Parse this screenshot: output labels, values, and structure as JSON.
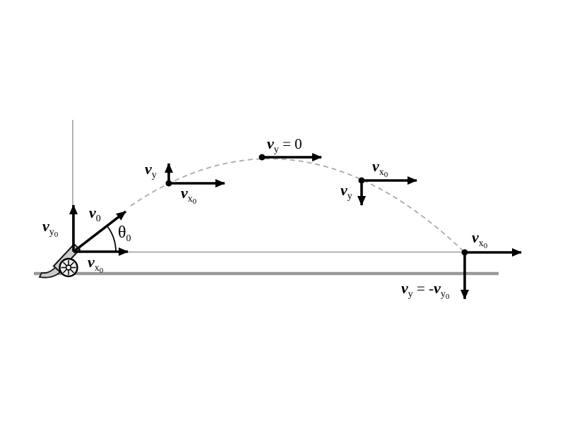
{
  "labels": {
    "launch_vy0": {
      "v": "v",
      "sub": "y",
      "subsub": "0"
    },
    "launch_v0": {
      "v": "v",
      "sub": "0"
    },
    "launch_angle": {
      "sym": "θ",
      "sub": "0"
    },
    "launch_vx0": {
      "v": "v",
      "sub": "x",
      "subsub": "0"
    },
    "rising_vy": {
      "v": "v",
      "sub": "y"
    },
    "rising_vx0": {
      "v": "v",
      "sub": "x",
      "subsub": "0"
    },
    "apex_vy": {
      "v": "v",
      "sub": "y",
      "eq": " = 0"
    },
    "falling_vx0": {
      "v": "v",
      "sub": "x",
      "subsub": "0"
    },
    "falling_vy": {
      "v": "v",
      "sub": "y"
    },
    "landing_vx0": {
      "v": "v",
      "sub": "x",
      "subsub": "0"
    },
    "landing_vy": {
      "v": "v",
      "sub": "y",
      "eq": " = -",
      "v2": "v",
      "sub2": "y",
      "subsub2": "0"
    }
  },
  "colors": {
    "vector": "#000000",
    "guide_line": "#999999",
    "ground_line": "#999999",
    "trajectory": "#aaaaaa",
    "cannon_fill": "#cccccc"
  }
}
